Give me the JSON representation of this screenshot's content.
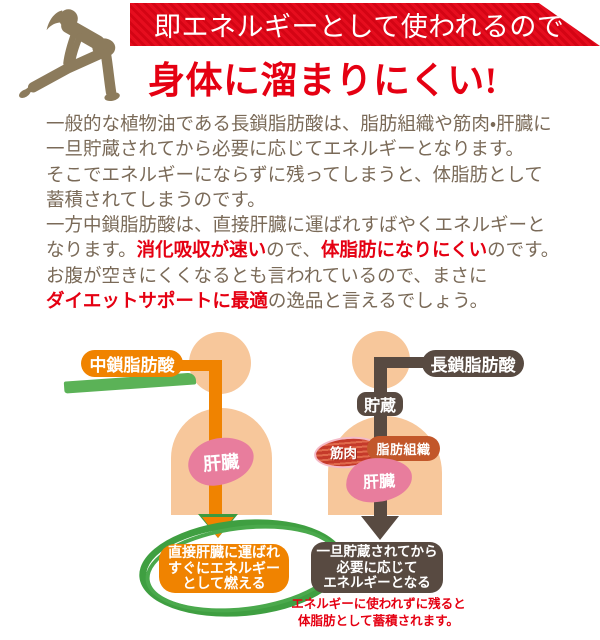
{
  "header": {
    "banner_label": "即エネルギーとして使われるので",
    "headline": "身体に溜まりにくい!"
  },
  "paragraph": {
    "l1": "一般的な植物油である長鎖脂肪酸は、脂肪組織や筋肉・肝臓に",
    "l2": "一旦貯蔵されてから必要に応じてエネルギーとなります。",
    "l3": "そこでエネルギーにならずに残ってしまうと、体脂肪として",
    "l4": "蓄積されてしまうのです。",
    "l5": "一方中鎖脂肪酸は、直接肝臓に運ばれすばやくエネルギーと",
    "l6a": "なります。",
    "l6b": "消化吸収が速い",
    "l6c": "ので、",
    "l6d": "体脂肪になりにくい",
    "l6e": "のです。",
    "l7": "お腹が空きにくくなるとも言われているので、まさに",
    "l8a": "ダイエットサポートに最適",
    "l8b": "の逸品と言えるでしょう。"
  },
  "diagram": {
    "left": {
      "label": "中鎖脂肪酸",
      "liver": "肝臓",
      "box_lines": [
        "直接肝臓に運ばれ",
        "すぐにエネルギー",
        "として燃える"
      ]
    },
    "right": {
      "label": "長鎖脂肪酸",
      "storage": "貯蔵",
      "muscle": "筋肉",
      "fat_tissue": "脂肪組織",
      "liver": "肝臓",
      "box_lines": [
        "一旦貯蔵されてから",
        "必要に応じて",
        "エネルギーとなる"
      ]
    },
    "caption": {
      "line1": "エネルギーに使われずに残ると",
      "line2": "体脂肪として蓄積されます。"
    }
  },
  "colors": {
    "accent_red": "#e50012",
    "banner_red": "#e60d1e",
    "orange": "#f08300",
    "dark_brown": "#584a41",
    "skin": "#f7c79b",
    "liver_pink": "#e87d9d",
    "green": "#3f9f41",
    "muscle_red": "#c53a2a",
    "fat_rust": "#c2572a",
    "text_brown": "#7a6a58",
    "silhouette_brown": "#8c7b5c"
  }
}
